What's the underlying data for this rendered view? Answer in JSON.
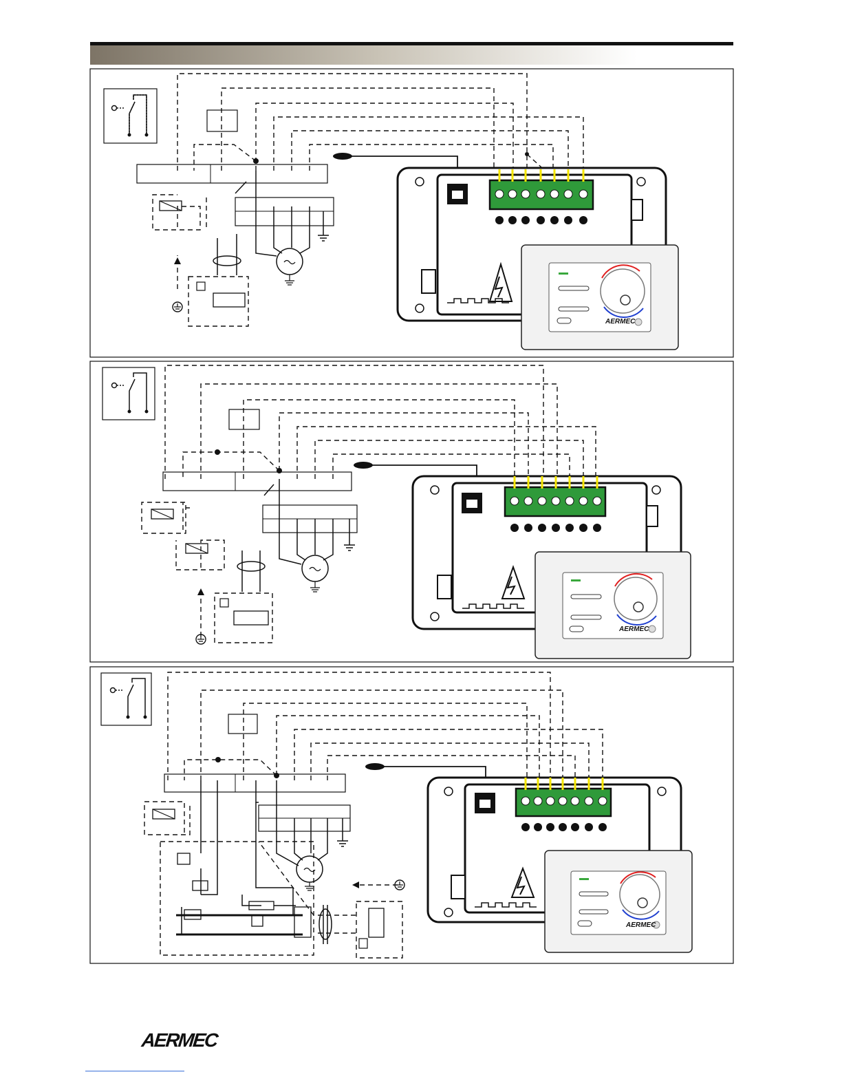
{
  "brand": {
    "name": "AERMEC",
    "accent_color": "#1a1a1a",
    "wire_color": "#111111",
    "connector_pin_color": "#f5e600",
    "terminal_block_color": "#2f9a3a",
    "header_gradient": [
      "#7d7466",
      "#ffffff"
    ]
  },
  "panels": [
    {
      "id": "panel-1",
      "thermostat_label": "AERMEC",
      "icons": [
        "switch-symbol-icon",
        "valve-icon",
        "fan-motor-icon",
        "earth-icon",
        "circuit-breaker-icon",
        "high-voltage-warning-icon"
      ]
    },
    {
      "id": "panel-2",
      "thermostat_label": "AERMEC",
      "icons": [
        "switch-symbol-icon",
        "valve-icon",
        "valve-icon",
        "fan-motor-icon",
        "earth-icon",
        "circuit-breaker-icon",
        "high-voltage-warning-icon"
      ]
    },
    {
      "id": "panel-3",
      "thermostat_label": "AERMEC",
      "icons": [
        "switch-symbol-icon",
        "valve-icon",
        "fan-motor-icon",
        "earth-icon",
        "electric-heater-icon",
        "relay-icon",
        "circuit-breaker-icon",
        "high-voltage-warning-icon"
      ]
    }
  ],
  "footer": {
    "logo": "AERMEC"
  }
}
